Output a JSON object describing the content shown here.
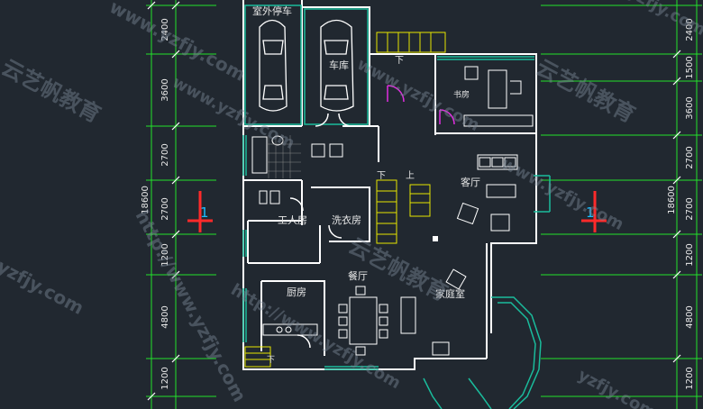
{
  "rooms": {
    "outdoor_parking": "室外停车",
    "garage": "车库",
    "study": "书房",
    "living": "客厅",
    "laundry": "洗衣房",
    "servant": "工人房",
    "dining": "餐厅",
    "kitchen": "厨房",
    "family": "家庭室"
  },
  "stairs": {
    "down_top": "下",
    "down_left": "下",
    "up": "上",
    "down_bottom": "下"
  },
  "dims_left": [
    "2400",
    "3600",
    "2700",
    "2700",
    "1200",
    "4800",
    "1200"
  ],
  "dims_right": [
    "2400",
    "1500",
    "3600",
    "2700",
    "2700",
    "1200",
    "4800",
    "1200"
  ],
  "total_left": "18600",
  "total_right": "18600",
  "section_left": "1",
  "section_right": "1",
  "watermarks": {
    "url": "www.yzfjy.com",
    "url_partial": "yzfjy.com",
    "url_http": "http://www.yzfjy.com",
    "brand": "云艺帆教育"
  },
  "colors": {
    "background": "#212830",
    "wall": "#ffffff",
    "window": "#1abc9c",
    "dim": "#22e22a",
    "stair": "#e6e600",
    "door": "#e02ee0",
    "section": "#ff2a2a"
  }
}
